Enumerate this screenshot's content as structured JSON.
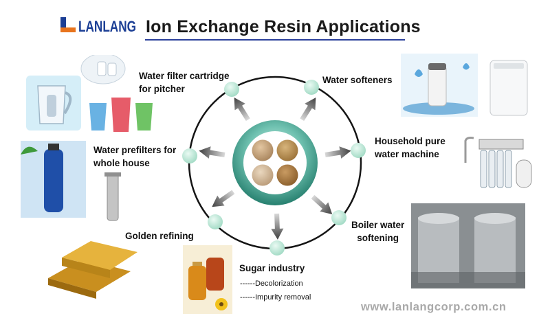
{
  "header": {
    "brand_text": "LANLANG",
    "title": "Ion Exchange Resin Applications"
  },
  "applications": [
    {
      "id": "pitcher",
      "lines": [
        "Water filter cartridge",
        "for pitcher"
      ]
    },
    {
      "id": "softeners",
      "lines": [
        "Water softeners"
      ]
    },
    {
      "id": "prefilters",
      "lines": [
        "Water prefilters for",
        "whole house"
      ]
    },
    {
      "id": "household",
      "lines": [
        "Household pure",
        "water machine"
      ]
    },
    {
      "id": "golden",
      "lines": [
        "Golden refining"
      ]
    },
    {
      "id": "boiler",
      "lines": [
        "Boiler water",
        "softening"
      ]
    },
    {
      "id": "sugar",
      "lines": [
        "Sugar industry"
      ]
    }
  ],
  "sugar_details": [
    "------Decolorization",
    "------Impurity removal"
  ],
  "footer": {
    "website": "www.lanlangcorp.com.cn"
  },
  "colors": {
    "brand_blue": "#1c3f95",
    "brand_orange": "#e8741d",
    "title_underline": "#2a3f9a",
    "node_green": "#bfe8d8",
    "ring_teal": "#2f8a80",
    "website_gray": "#a9a9a9"
  }
}
